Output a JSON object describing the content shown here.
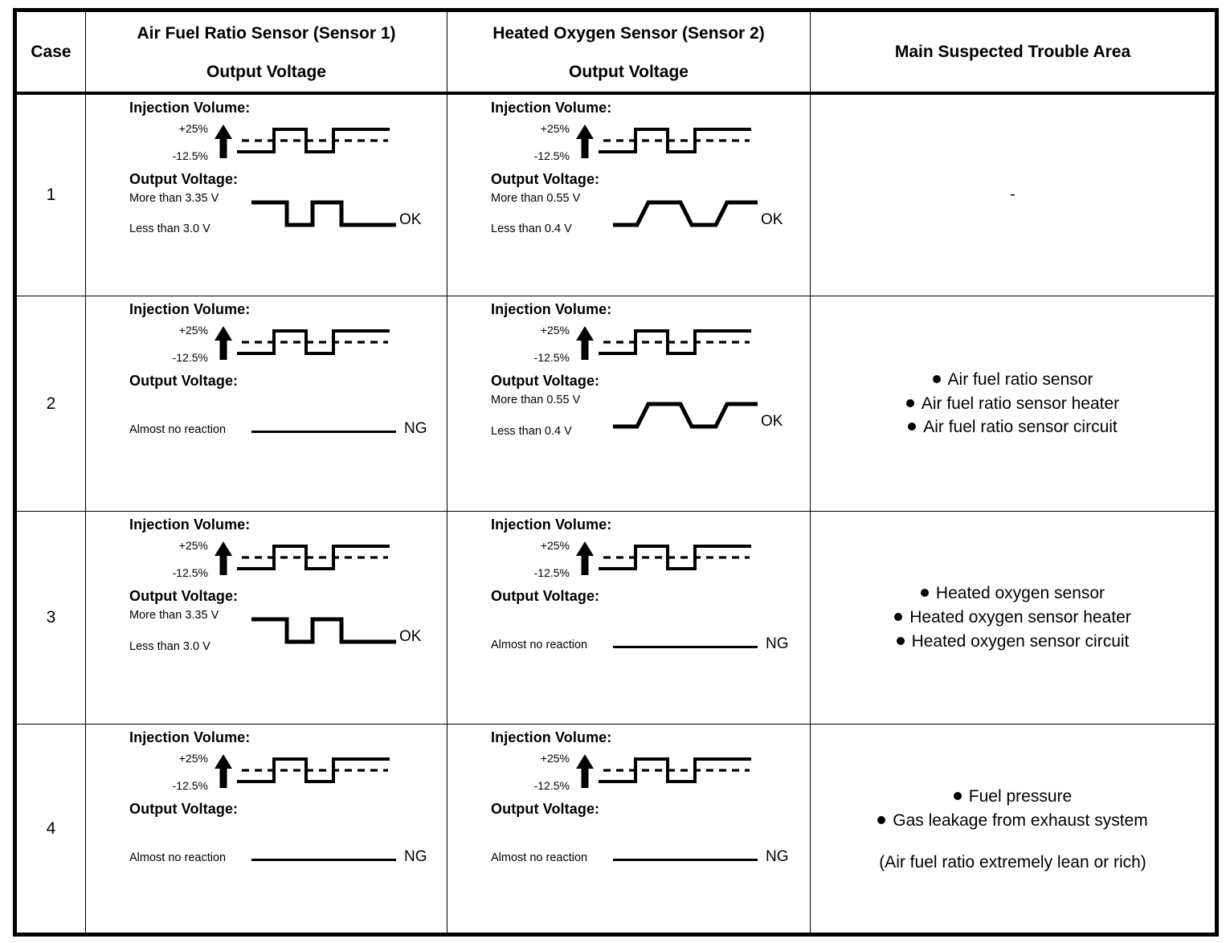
{
  "table": {
    "headers": {
      "case": "Case",
      "sensor1_line1": "Air Fuel Ratio Sensor (Sensor 1)",
      "sensor1_line2": "Output Voltage",
      "sensor2_line1": "Heated Oxygen Sensor (Sensor 2)",
      "sensor2_line2": "Output Voltage",
      "trouble_area": "Main Suspected Trouble Area"
    },
    "labels": {
      "injection_volume": "Injection Volume:",
      "output_voltage": "Output Voltage:",
      "inj_plus": "+25%",
      "inj_minus": "-12.5%",
      "no_reaction": "Almost no reaction",
      "ok": "OK",
      "ng": "NG",
      "afs_high": "More than 3.35 V",
      "afs_low": "Less than 3.0 V",
      "o2s_high": "More than 0.55 V",
      "o2s_low": "Less than 0.4 V"
    },
    "rows": [
      {
        "case": "1",
        "sensor1": {
          "injection": {
            "plus": "+25%",
            "minus": "-12.5%"
          },
          "voltage_type": "square",
          "high_label": "More than 3.35 V",
          "low_label": "Less than 3.0 V",
          "verdict": "OK"
        },
        "sensor2": {
          "injection": {
            "plus": "+25%",
            "minus": "-12.5%"
          },
          "voltage_type": "trapezoid",
          "high_label": "More than 0.55 V",
          "low_label": "Less than 0.4 V",
          "verdict": "OK"
        },
        "trouble_area": {
          "dash": "-",
          "items": [],
          "note": ""
        }
      },
      {
        "case": "2",
        "sensor1": {
          "injection": {
            "plus": "+25%",
            "minus": "-12.5%"
          },
          "voltage_type": "flat",
          "flat_label": "Almost no reaction",
          "verdict": "NG"
        },
        "sensor2": {
          "injection": {
            "plus": "+25%",
            "minus": "-12.5%"
          },
          "voltage_type": "trapezoid",
          "high_label": "More than 0.55 V",
          "low_label": "Less than 0.4 V",
          "verdict": "OK"
        },
        "trouble_area": {
          "dash": "",
          "items": [
            "Air fuel ratio sensor",
            "Air fuel ratio sensor heater",
            "Air fuel ratio sensor circuit"
          ],
          "note": ""
        }
      },
      {
        "case": "3",
        "sensor1": {
          "injection": {
            "plus": "+25%",
            "minus": "-12.5%"
          },
          "voltage_type": "square",
          "high_label": "More than 3.35 V",
          "low_label": "Less than 3.0 V",
          "verdict": "OK"
        },
        "sensor2": {
          "injection": {
            "plus": "+25%",
            "minus": "-12.5%"
          },
          "voltage_type": "flat",
          "flat_label": "Almost no reaction",
          "verdict": "NG"
        },
        "trouble_area": {
          "dash": "",
          "items": [
            "Heated oxygen sensor",
            "Heated oxygen sensor heater",
            "Heated oxygen sensor circuit"
          ],
          "note": ""
        }
      },
      {
        "case": "4",
        "sensor1": {
          "injection": {
            "plus": "+25%",
            "minus": "-12.5%"
          },
          "voltage_type": "flat",
          "flat_label": "Almost no reaction",
          "verdict": "NG"
        },
        "sensor2": {
          "injection": {
            "plus": "+25%",
            "minus": "-12.5%"
          },
          "voltage_type": "flat",
          "flat_label": "Almost no reaction",
          "verdict": "NG"
        },
        "trouble_area": {
          "dash": "",
          "items": [
            "Fuel pressure",
            "Gas leakage from exhaust system"
          ],
          "note": "(Air fuel ratio extremely lean or rich)"
        }
      }
    ]
  },
  "icons": {
    "up_arrow": "up-arrow-icon",
    "bullet": "bullet-icon"
  }
}
